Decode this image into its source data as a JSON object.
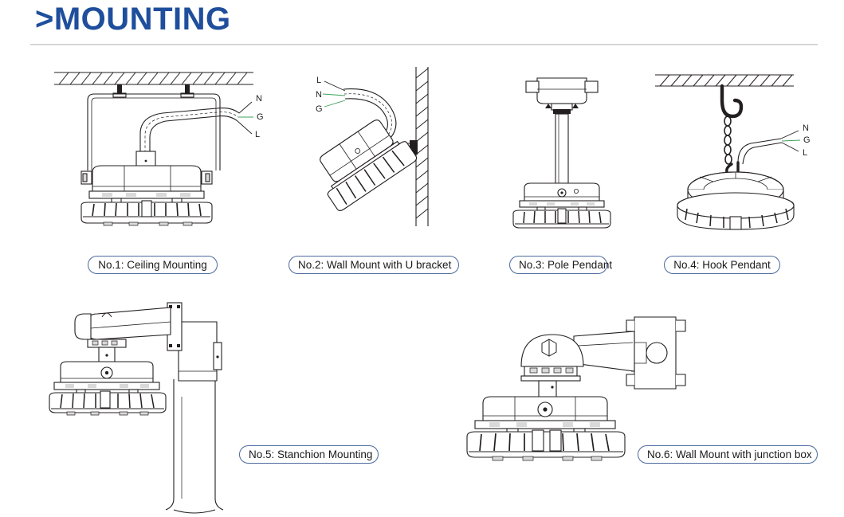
{
  "header": {
    "title": ">MOUNTING",
    "prefix": ">",
    "title_color": "#1f4e9c",
    "rule_color": "#c9c9c9"
  },
  "figures": [
    {
      "id": "ceiling-mounting",
      "number": "No.1",
      "label": "No.1: Ceiling Mounting",
      "wire_labels": [
        "N",
        "G",
        "L"
      ],
      "surface": "ceiling",
      "fixture_view": "side"
    },
    {
      "id": "wall-mount-u-bracket",
      "number": "No.2",
      "label": "No.2: Wall Mount with U bracket",
      "wire_labels": [
        "L",
        "N",
        "G"
      ],
      "surface": "wall",
      "fixture_view": "angled"
    },
    {
      "id": "pole-pendant",
      "number": "No.3",
      "label": "No.3: Pole Pendant",
      "wire_labels": [],
      "surface": "ceiling-plate",
      "fixture_view": "side"
    },
    {
      "id": "hook-pendant",
      "number": "No.4",
      "label": "No.4: Hook Pendant",
      "wire_labels": [
        "N",
        "G",
        "L"
      ],
      "surface": "ceiling",
      "fixture_view": "three-quarter"
    },
    {
      "id": "stanchion-mounting",
      "number": "No.5",
      "label": "No.5: Stanchion Mounting",
      "wire_labels": [],
      "surface": "stanchion-pole",
      "fixture_view": "side"
    },
    {
      "id": "wall-mount-junction-box",
      "number": "No.6",
      "label": "No.6: Wall Mount with junction box",
      "wire_labels": [],
      "surface": "junction-box",
      "fixture_view": "side"
    }
  ],
  "colors": {
    "line": "#231f20",
    "ground_wire": "#3aa35a",
    "label_border": "#4a6a9e",
    "background": "#ffffff"
  }
}
